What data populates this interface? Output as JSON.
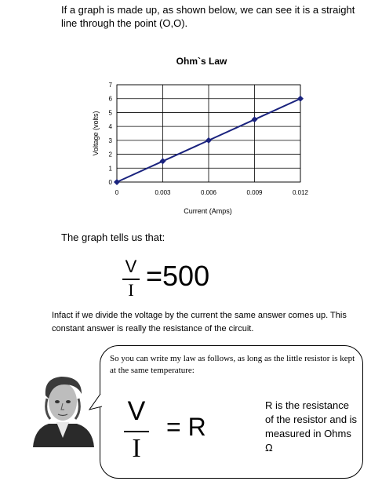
{
  "intro": "If a graph is made up, as shown below, we can see it is a straight line through the point (O,O).",
  "chart_data": {
    "type": "line",
    "title": "Ohm`s Law",
    "xlabel": "Current (Amps)",
    "ylabel": "Voltage (volts)",
    "x": [
      0,
      0.003,
      0.006,
      0.009,
      0.012
    ],
    "x_tick_labels": [
      "0",
      "0.003",
      "0.006",
      "0.009",
      "0.012"
    ],
    "y_tick_labels": [
      "0",
      "1",
      "2",
      "3",
      "4",
      "5",
      "6",
      "7"
    ],
    "series": [
      {
        "values": [
          0,
          1.5,
          3,
          4.5,
          6
        ]
      }
    ],
    "xlim": [
      0,
      0.012
    ],
    "ylim": [
      0,
      7
    ],
    "grid": true,
    "line_color": "#1a237e"
  },
  "graph_tells": "The graph tells us that:",
  "eq1": {
    "num": "V",
    "den": "I",
    "rhs": "=500"
  },
  "infact": "Infact if we divide the voltage by the current the same answer comes up. This constant answer is really the resistance of the circuit.",
  "bubble": {
    "text": "So you can write my law as follows, as long as the little resistor is kept at the same temperature:",
    "eq": {
      "num": "V",
      "den": "I",
      "rhs": "= R"
    },
    "r_description": "R is the resistance of the resistor and is measured in Ohms Ω"
  },
  "colors": {
    "series": "#1a237e",
    "text": "#000000",
    "background": "#ffffff"
  }
}
